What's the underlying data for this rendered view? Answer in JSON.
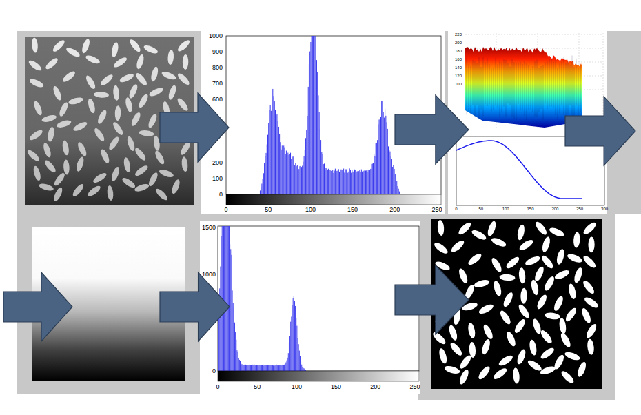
{
  "diagram": {
    "labels": [
      "1000",
      "900",
      "800",
      "700",
      "600",
      "200",
      "100",
      "0",
      "0",
      "50",
      "100",
      "150",
      "200",
      "250",
      "220",
      "200",
      "180",
      "160",
      "140",
      "120",
      "100",
      "0",
      "50",
      "100",
      "150",
      "200",
      "250",
      "300",
      "1500",
      "1000",
      "0",
      "0",
      "50",
      "100",
      "150",
      "200",
      "250"
    ]
  }
}
